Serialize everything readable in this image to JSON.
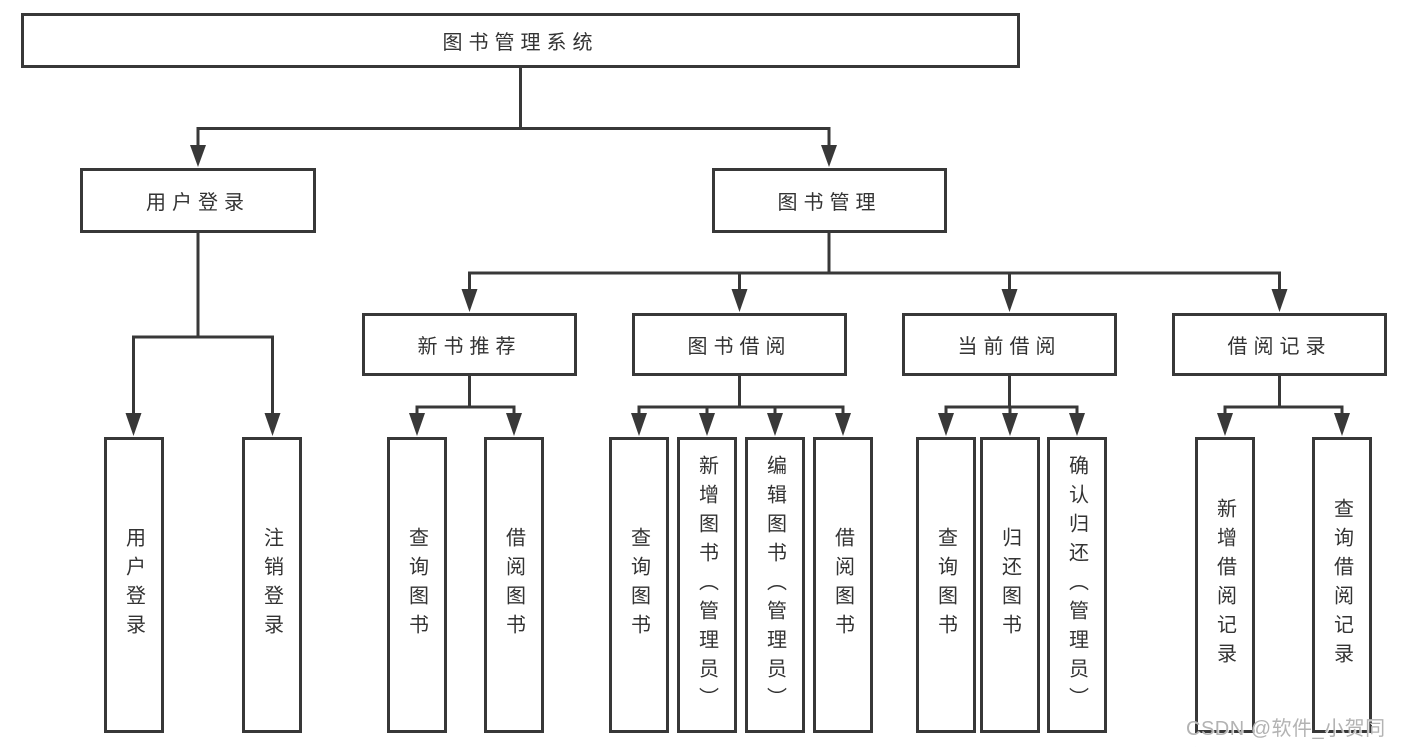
{
  "diagram": {
    "root": {
      "label": "图书管理系统"
    },
    "level2": [
      {
        "label": "用户登录"
      },
      {
        "label": "图书管理"
      }
    ],
    "level3": [
      {
        "label": "新书推荐",
        "parent": "图书管理"
      },
      {
        "label": "图书借阅",
        "parent": "图书管理"
      },
      {
        "label": "当前借阅",
        "parent": "图书管理"
      },
      {
        "label": "借阅记录",
        "parent": "图书管理"
      }
    ],
    "leaves": [
      {
        "label": "用户登录",
        "parent": "用户登录"
      },
      {
        "label": "注销登录",
        "parent": "用户登录"
      },
      {
        "label": "查询图书",
        "parent": "新书推荐"
      },
      {
        "label": "借阅图书",
        "parent": "新书推荐"
      },
      {
        "label": "查询图书",
        "parent": "图书借阅"
      },
      {
        "label": "新增图书（管理员）",
        "parent": "图书借阅"
      },
      {
        "label": "编辑图书（管理员）",
        "parent": "图书借阅"
      },
      {
        "label": "借阅图书",
        "parent": "图书借阅"
      },
      {
        "label": "查询图书",
        "parent": "当前借阅"
      },
      {
        "label": "归还图书",
        "parent": "当前借阅"
      },
      {
        "label": "确认归还（管理员）",
        "parent": "当前借阅"
      },
      {
        "label": "新增借阅记录",
        "parent": "借阅记录"
      },
      {
        "label": "查询借阅记录",
        "parent": "借阅记录"
      }
    ]
  },
  "watermark": {
    "text": "CSDN @软件_小贺同学"
  },
  "colors": {
    "line": "#383838",
    "border": "#383838",
    "text": "#333333",
    "background": "#ffffff",
    "watermark": "#b3b3b3"
  }
}
